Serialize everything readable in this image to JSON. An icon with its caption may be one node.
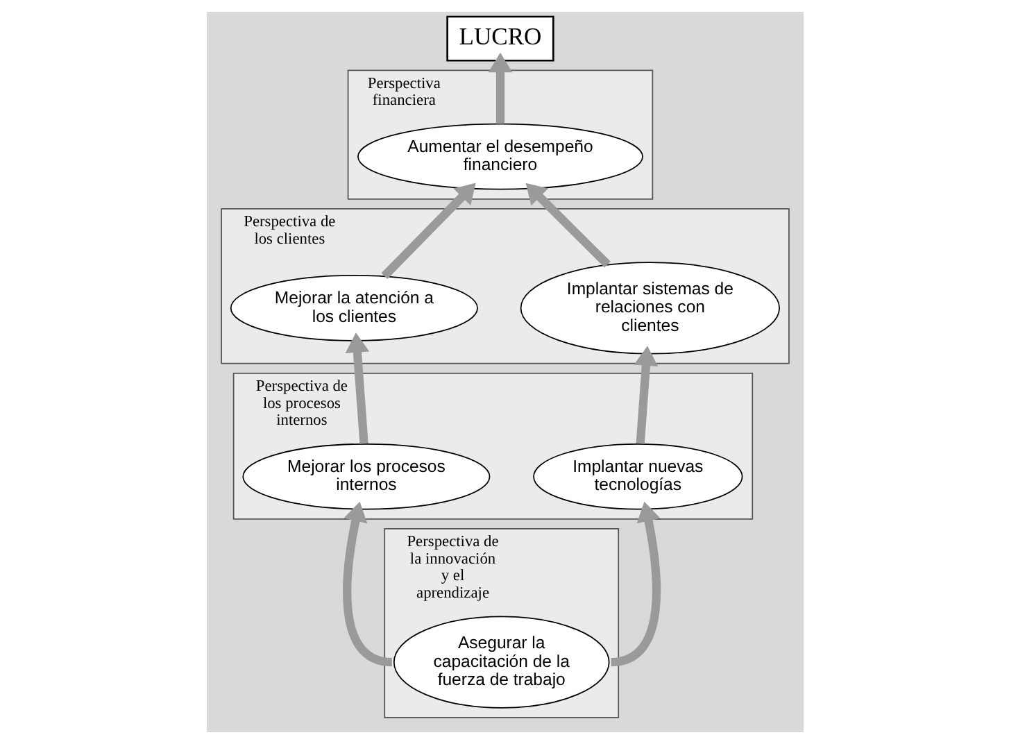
{
  "diagram": {
    "nodes": [
      {
        "text": [
          "LUCRO"
        ]
      },
      {
        "text": [
          "Perspectiva financiera"
        ]
      },
      {
        "text": [
          "Aumentar el desempeño financiero"
        ],
        "in": 1
      },
      {
        "text": [
          "Perspectiva de los clientes"
        ]
      },
      {
        "text": [
          "Mejorar la atención a los clientes"
        ],
        "in": 3
      },
      {
        "text": [
          "Implantar sistemas de relaciones con clientes"
        ],
        "in": 3
      },
      {
        "text": [
          "Perspectiva de los procesos internos"
        ]
      },
      {
        "text": [
          "Mejorar los procesos internos"
        ],
        "in": 6
      },
      {
        "text": [
          "Implantar nuevas tecnologías"
        ],
        "in": 6
      },
      {
        "text": [
          "Perspectiva de la innovación y el aprendizaje"
        ]
      },
      {
        "text": [
          "Asegurar la capacitación de la fuerza de trabajo"
        ],
        "in": 9
      }
    ],
    "edges": [
      {
        "from": 2,
        "to": 0,
        "arrow": "to"
      },
      {
        "from": 4,
        "to": 2,
        "arrow": "to"
      },
      {
        "from": 5,
        "to": 2,
        "arrow": "to"
      },
      {
        "from": 7,
        "to": 4,
        "arrow": "to"
      },
      {
        "from": 8,
        "to": 5,
        "arrow": "to"
      },
      {
        "from": 10,
        "to": 7,
        "arrow": "to"
      },
      {
        "from": 10,
        "to": 8,
        "arrow": "to"
      }
    ]
  }
}
